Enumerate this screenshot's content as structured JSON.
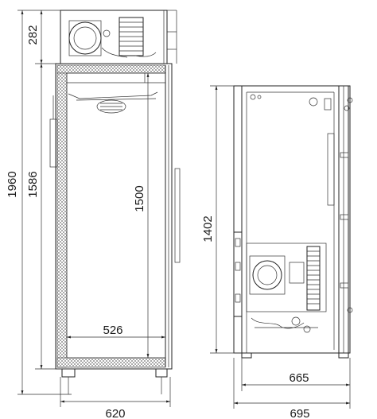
{
  "dimensions": {
    "total_height": "1960",
    "body_height": "1586",
    "top_unit_height": "282",
    "inner_height": "1500",
    "inner_width": "526",
    "total_width": "620",
    "side_inner_height": "1402",
    "side_depth_body": "665",
    "side_depth_total": "695"
  },
  "colors": {
    "line": "#222222",
    "background": "#ffffff"
  }
}
